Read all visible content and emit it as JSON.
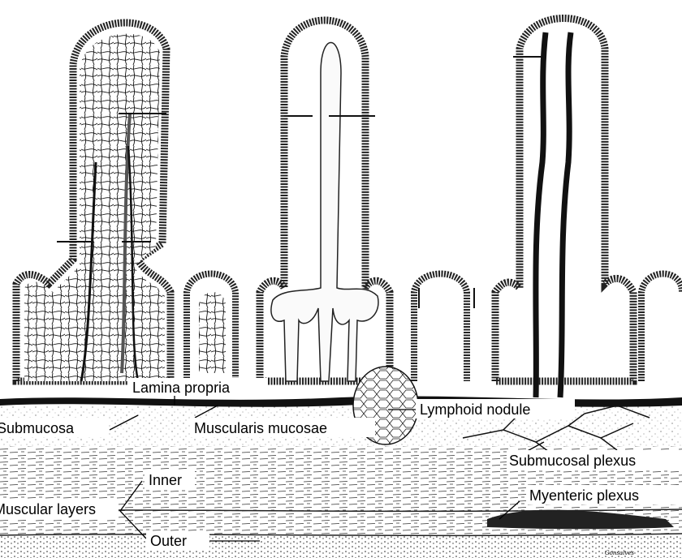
{
  "labels": {
    "lamina_propria": "Lamina propria",
    "submucosa": "Submucosa",
    "muscularis_mucosae": "Muscularis mucosae",
    "lymphoid_nodule": "Lymphoid nodule",
    "submucosal_plexus": "Submucosal plexus",
    "inner": "Inner",
    "muscular_layers": "Muscular layers",
    "myenteric_plexus": "Myenteric plexus",
    "outer": "Outer"
  },
  "signature": "Gonsalves"
}
